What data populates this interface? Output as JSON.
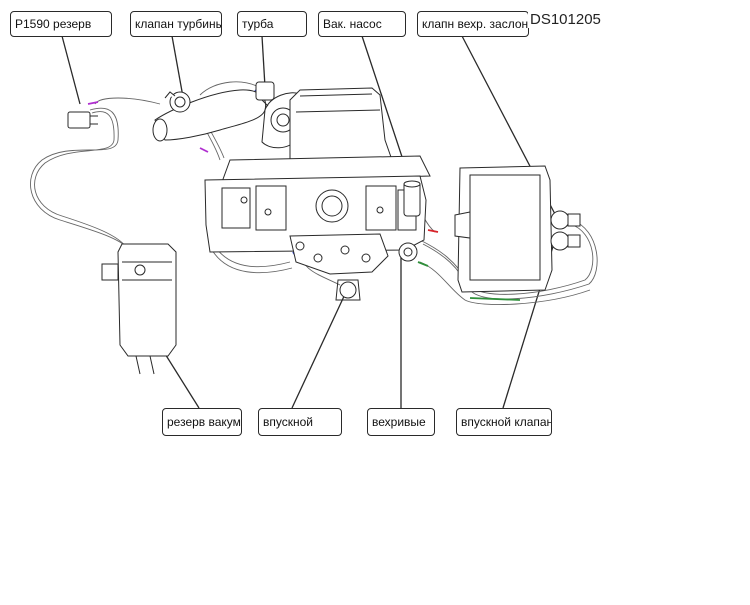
{
  "reference_code": "DS101205",
  "labels": {
    "p1590_reserve": "P1590 резерв",
    "turbine_valve": "клапан турбины",
    "turbo": "турба",
    "vacuum_pump": "Вак. насос",
    "upper_flap_valve": "клапн вехр. заслонки",
    "vacuum_reservoir": "резерв вакум",
    "intake": "впускной",
    "upper": "вехривые",
    "intake_valve": "впускной клапан"
  },
  "colors": {
    "line": "#2a2a2a",
    "hose": "#555555",
    "hose_blue": "#2a3fd8",
    "hose_red": "#d8232a",
    "hose_green": "#2f8f3a",
    "hose_purple": "#b02fd0",
    "label_border": "#2a2a2a"
  }
}
